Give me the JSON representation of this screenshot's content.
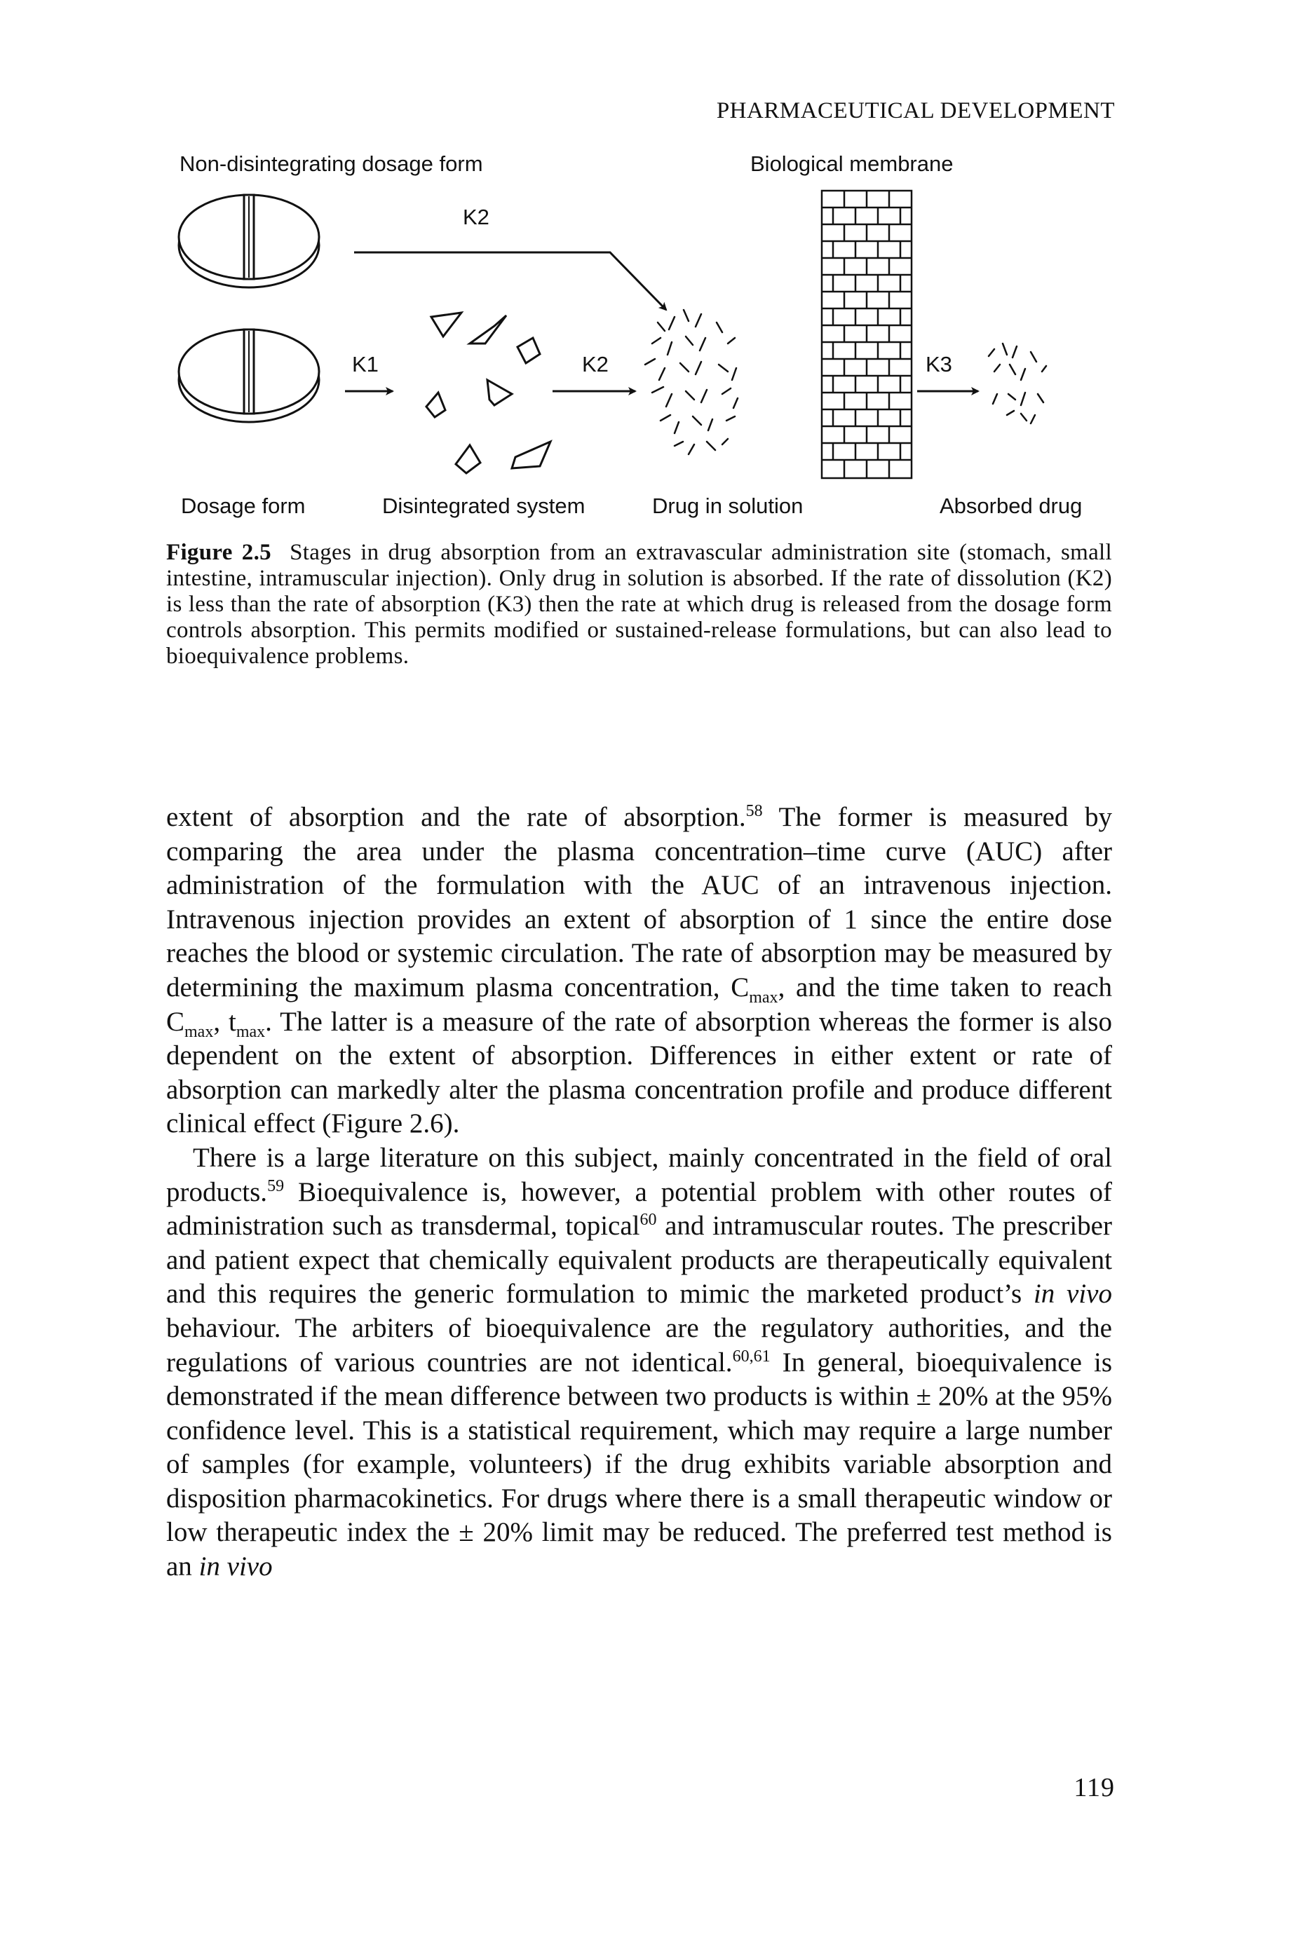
{
  "running_head": "PHARMACEUTICAL DEVELOPMENT",
  "figure": {
    "top_label_left": "Non-disintegrating dosage form",
    "top_label_right": "Biological membrane",
    "k2_top": "K2",
    "k1": "K1",
    "k2_mid": "K2",
    "k3": "K3",
    "bottom_labels": [
      "Dosage form",
      "Disintegrated system",
      "Drug in solution",
      "Absorbed drug"
    ]
  },
  "caption": {
    "label": "Figure 2.5",
    "text": "Stages in drug absorption from an extravascular administration site (stomach, small intestine, intramuscular injection). Only drug in solution is absorbed. If the rate of dissolution (K2) is less than the rate of absorption (K3) then the rate at which drug is released from the dosage form controls absorption. This permits modified or sustained-release formulations, but can also lead to bioequivalence problems."
  },
  "body": {
    "p1_a": "extent of absorption and the rate of absorption.",
    "p1_ref58": "58",
    "p1_b": " The former is measured by comparing the area under the plasma concentration–time curve (AUC) after administration of the formulation with the AUC of an intravenous injection. Intravenous injection provides an extent of absorption of 1 since the entire dose reaches the blood or systemic circulation. The rate of absorption may be measured by determining the maximum plasma concentration, C",
    "sub_max1": "max",
    "p1_c": ", and the time taken to reach C",
    "sub_max2": "max",
    "p1_d": ", t",
    "sub_max3": "max",
    "p1_e": ". The latter is a measure of the rate of absorption whereas the former is also dependent on the extent of absorption. Differences in either extent or rate of absorption can markedly alter the plasma concentration profile and produce different clinical effect (Figure 2.6).",
    "p2_a": "There is a large literature on this subject, mainly concentrated in the field of oral products.",
    "p2_ref59": "59",
    "p2_b": " Bioequivalence is, however, a potential problem with other routes of administration such as transdermal, topical",
    "p2_ref60": "60",
    "p2_c": " and intramuscular routes. The prescriber and patient expect that chemically equivalent products are therapeutically equivalent and this requires the generic formulation to mimic the marketed product’s ",
    "p2_invivo1": "in vivo",
    "p2_d": " behaviour. The arbiters of bioequivalence are the regulatory authorities, and the regulations of various countries are not identical.",
    "p2_ref6061": "60,61",
    "p2_e": " In general, bioequivalence is demonstrated if the mean difference between two products is within ± 20% at the 95% confidence level. This is a statistical requirement, which may require a large number of samples (for example, volunteers) if the drug exhibits variable absorption and disposition pharmacokinetics. For drugs where there is a small therapeutic window or low therapeutic index the ± 20% limit may be reduced. The preferred test method is an ",
    "p2_invivo2": "in vivo"
  },
  "page_number": "119"
}
